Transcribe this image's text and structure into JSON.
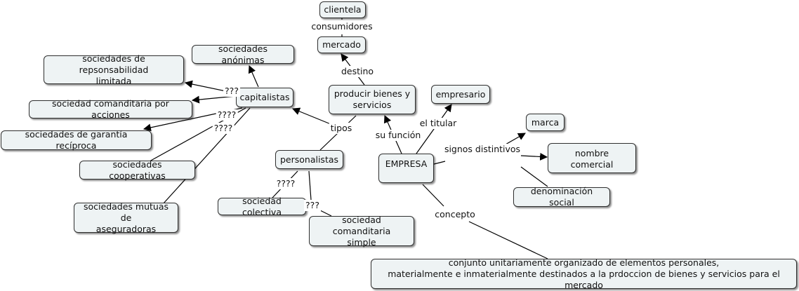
{
  "nodes": {
    "clientela": "clientela",
    "mercado": "mercado",
    "sociedades_anonimas": "sociedades anónimas",
    "sociedades_rl": "sociedades de repsonsabilidad\nlimitada",
    "capitalistas": "capitalistas",
    "producir": "producir bienes y\nservicios",
    "empresario": "empresario",
    "marca": "marca",
    "comanditaria_acciones": "sociedad comanditaria por acciones",
    "garantia_reciproca": "sociedades de garantía recíproca",
    "nombre_comercial": "nombre comercial",
    "personalistas": "personalistas",
    "empresa": "EMPRESA",
    "cooperativas": "sociedades cooperativas",
    "denominacion_social": "denominación social",
    "mutuas": "sociedades mutuas de\naseguradoras",
    "colectiva": "sociedad colectiva",
    "comanditaria_simple": "sociedad comanditaria\nsimple",
    "conjunto": "conjunto unitariamente organizado de elementos personales,\nmaterialmente e inmaterialmente destinados a la prdoccion de bienes y servicios para el mercado"
  },
  "links": {
    "consumidores": "consumidores",
    "destino": "destino",
    "q_sa": "???",
    "q_gr": "????",
    "q_coop": "????",
    "tipos": "tipos",
    "su_funcion": "su función",
    "el_titular": "el titular",
    "signos_distintivos": "signos distintivos",
    "q_colectiva": "????",
    "q_simple": "???",
    "concepto": "concepto"
  },
  "colors": {
    "node_fill": "#eef3f4",
    "border": "#2f2f2f",
    "line": "#000000"
  }
}
